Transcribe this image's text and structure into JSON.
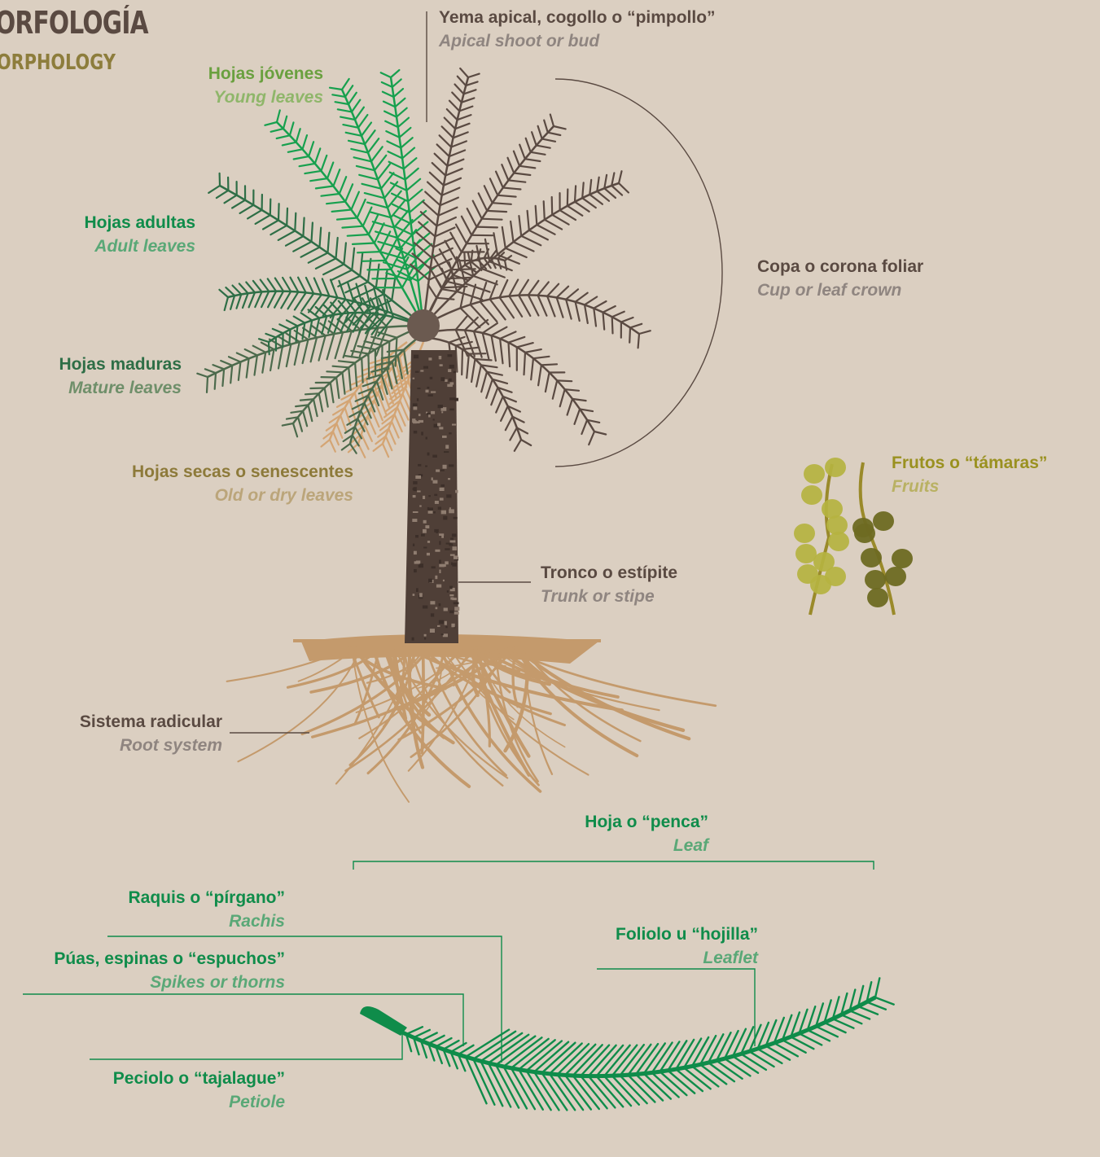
{
  "title": "ORFOLOGÍA",
  "subtitle": "ORPHOLOGY",
  "labels": {
    "apical": {
      "es": "Yema apical, cogollo o “pimpollo”",
      "en": "Apical shoot or bud"
    },
    "young": {
      "es": "Hojas jóvenes",
      "en": "Young leaves"
    },
    "adult": {
      "es": "Hojas adultas",
      "en": "Adult leaves"
    },
    "crown": {
      "es": "Copa o corona foliar",
      "en": "Cup or leaf crown"
    },
    "mature": {
      "es": "Hojas maduras",
      "en": "Mature leaves"
    },
    "dry": {
      "es": "Hojas secas o senescentes",
      "en": "Old or dry leaves"
    },
    "fruits": {
      "es": "Frutos o “támaras”",
      "en": "Fruits"
    },
    "trunk": {
      "es": "Tronco o estípite",
      "en": "Trunk or stipe"
    },
    "roots": {
      "es": "Sistema radicular",
      "en": "Root system"
    },
    "leaf": {
      "es": "Hoja o “penca”",
      "en": "Leaf"
    },
    "rachis": {
      "es": "Raquis o “pírgano”",
      "en": "Rachis"
    },
    "leaflet": {
      "es": "Foliolo u “hojilla”",
      "en": "Leaflet"
    },
    "spikes": {
      "es": "Púas, espinas o “espuchos”",
      "en": "Spikes or thorns"
    },
    "petiole": {
      "es": "Peciolo o “tajalague”",
      "en": "Petiole"
    }
  },
  "colors": {
    "background": "#dbcfc1",
    "brown": "#5a4a42",
    "leaf_green": "#0f8c4a",
    "young_green": "#17a04e",
    "adult_green": "#2e6e46",
    "mature_green": "#4c6a4c",
    "dry_tan": "#d4a574",
    "root_tan": "#c49a6c",
    "fruit_light": "#b5b340",
    "fruit_dark": "#6e6a22"
  }
}
